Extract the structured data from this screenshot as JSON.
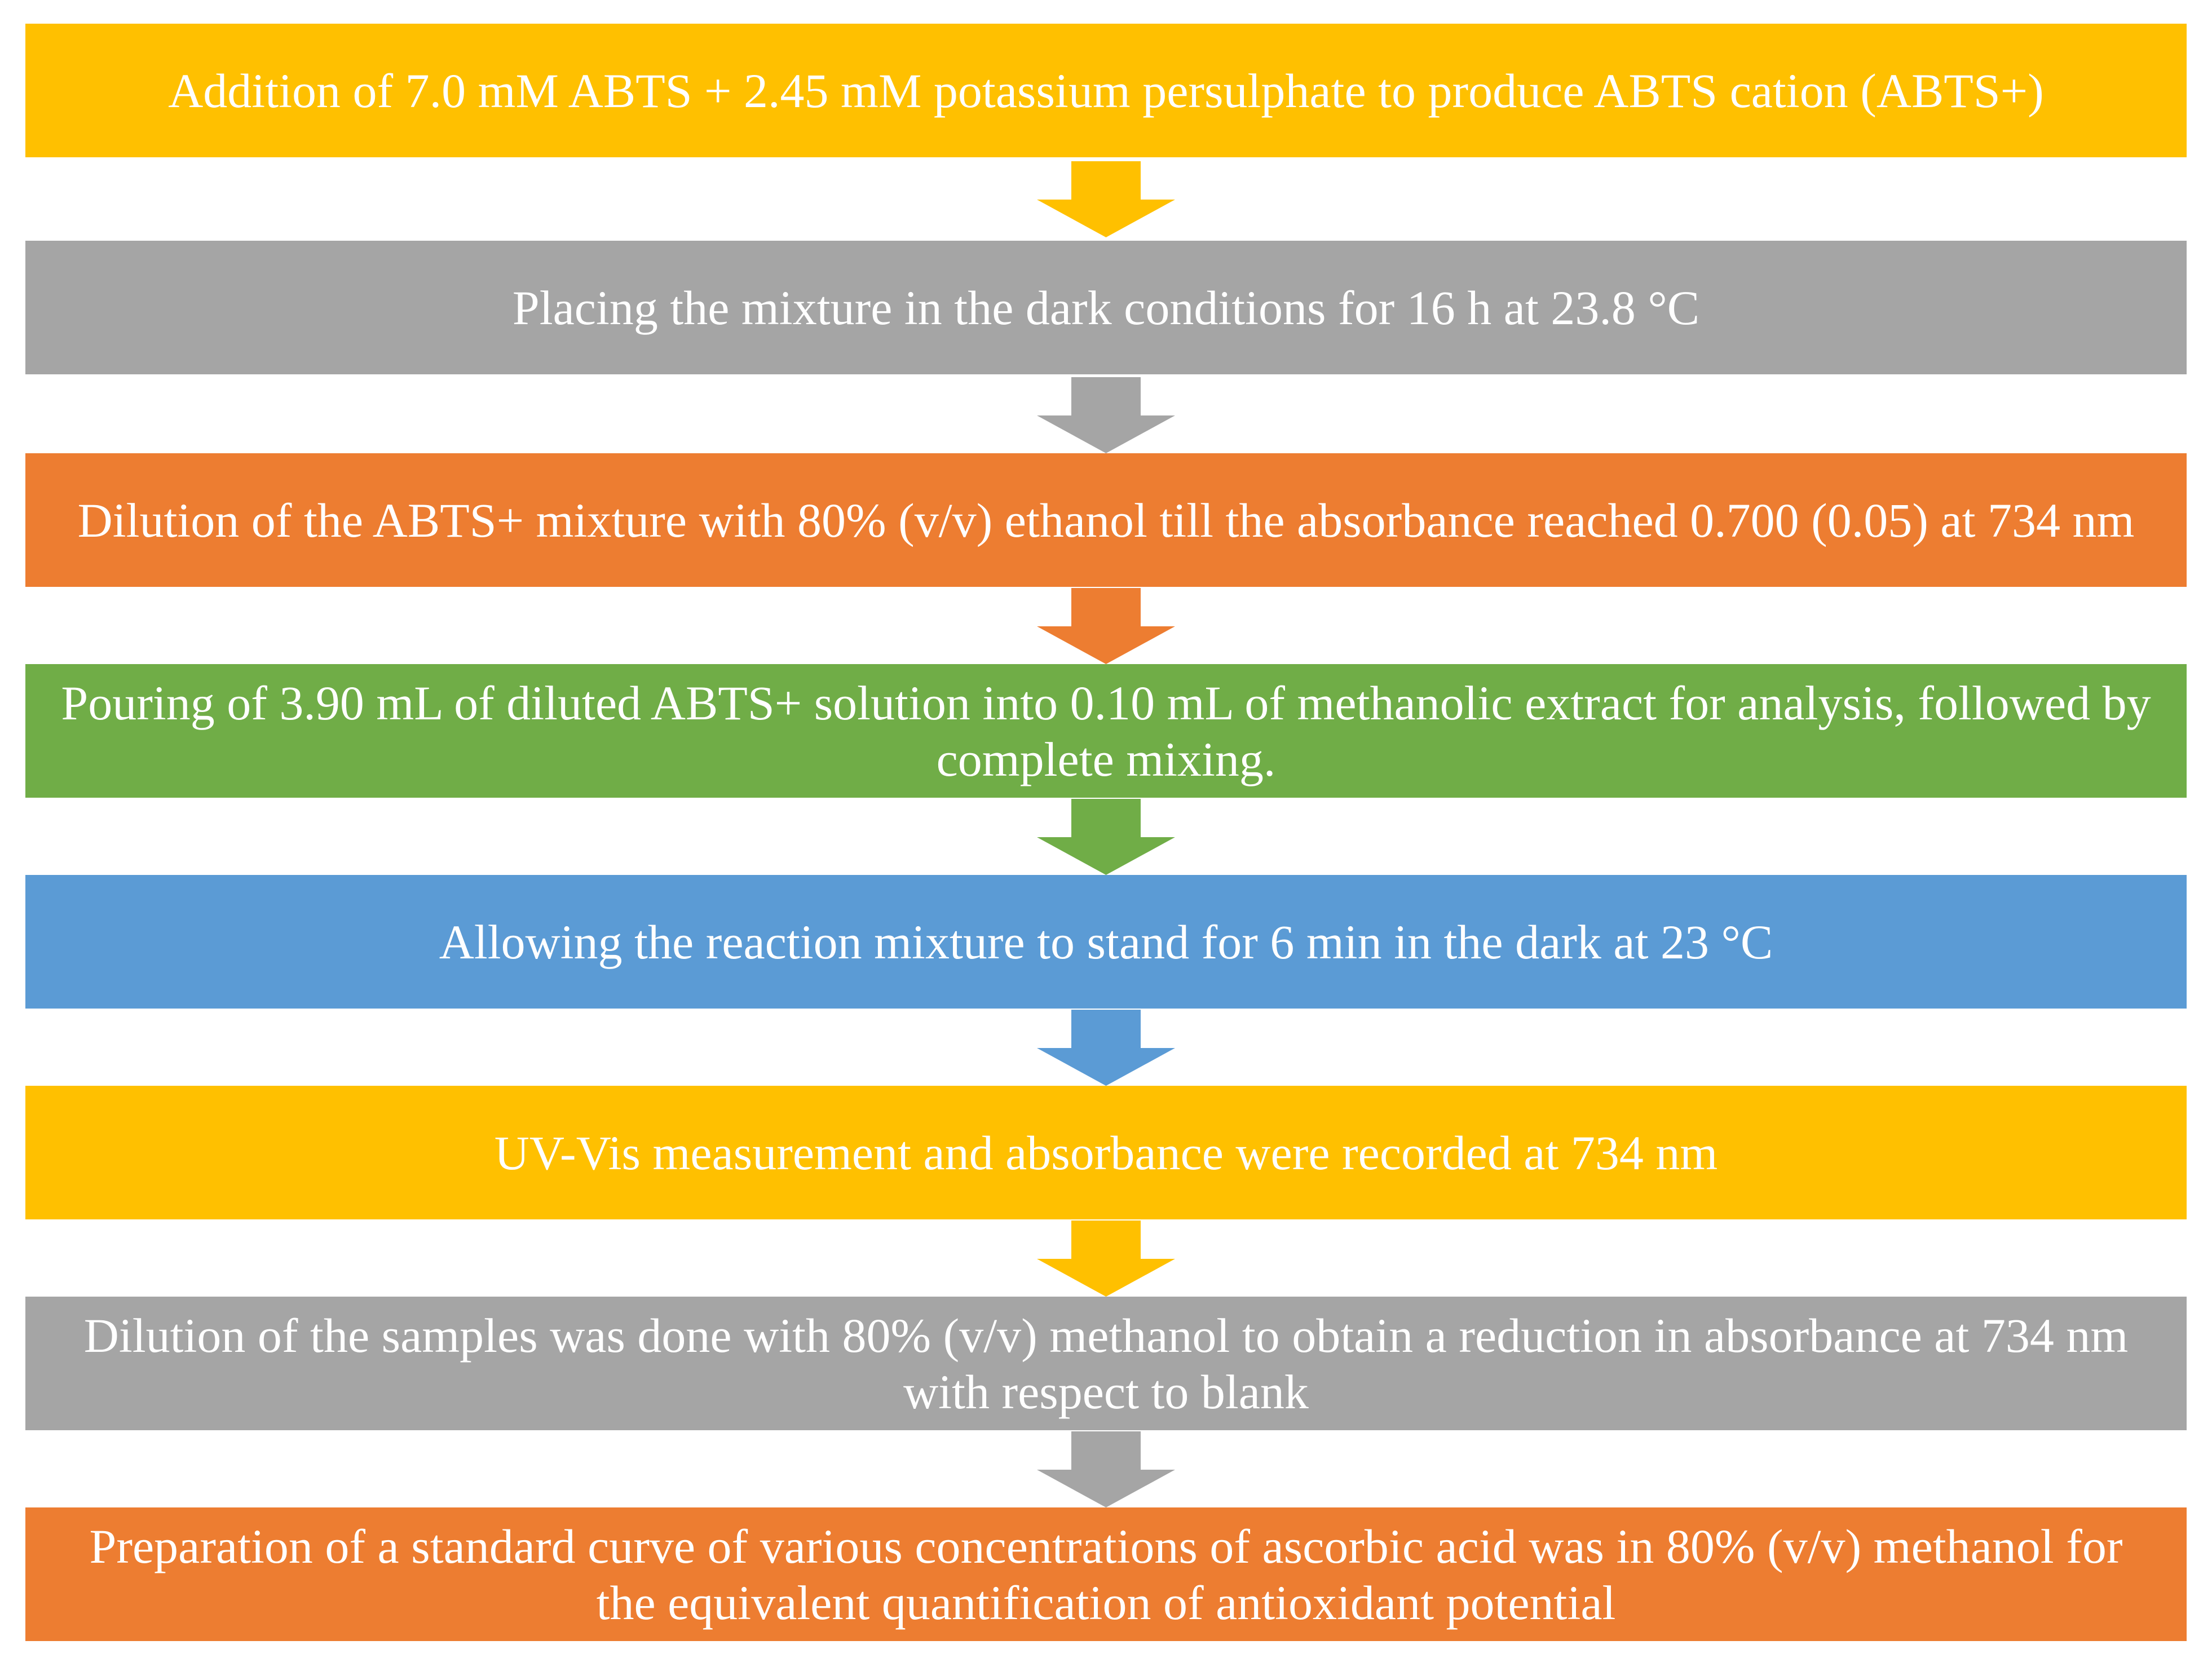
{
  "colors": {
    "yellow": "#FFC000",
    "gray": "#A5A5A5",
    "orange": "#ED7D31",
    "green": "#70AD47",
    "blue": "#5B9BD5"
  },
  "steps": [
    {
      "text": "Addition of 7.0 mM ABTS + 2.45 mM potassium persulphate to produce ABTS cation (ABTS+)",
      "color": "#FFC000"
    },
    {
      "text": "Placing the mixture in the dark conditions for 16 h at 23.8 °C",
      "color": "#A5A5A5"
    },
    {
      "text": "Dilution of the ABTS+ mixture with 80% (v/v) ethanol till the absorbance reached 0.700 (0.05) at 734 nm",
      "color": "#ED7D31"
    },
    {
      "text": "Pouring of 3.90 mL of diluted ABTS+ solution into 0.10 mL of methanolic extract for analysis, followed by complete mixing.",
      "color": "#70AD47"
    },
    {
      "text": "Allowing the reaction mixture to stand for 6 min in the dark at 23 °C",
      "color": "#5B9BD5"
    },
    {
      "text": "UV-Vis measurement and absorbance were recorded at 734 nm",
      "color": "#FFC000"
    },
    {
      "text": "Dilution of the samples was done with 80% (v/v) methanol to obtain a reduction in absorbance at 734 nm with respect to blank",
      "color": "#A5A5A5"
    },
    {
      "text": "Preparation of a standard curve of various concentrations of ascorbic acid was in 80% (v/v) methanol for the equivalent quantification of antioxidant potential",
      "color": "#ED7D31"
    }
  ]
}
